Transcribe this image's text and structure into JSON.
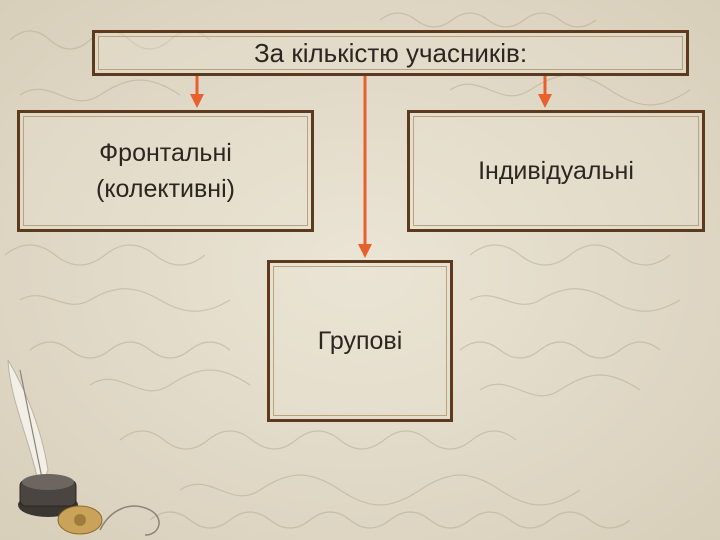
{
  "diagram": {
    "title": "За кількістю учасників:",
    "nodes": {
      "left": {
        "line1": "Фронтальні",
        "line2": "(колективні)"
      },
      "right": {
        "label": "Індивідуальні"
      },
      "bottom": {
        "label": "Групові"
      }
    },
    "edges": [
      {
        "from": "title",
        "to": "left"
      },
      {
        "from": "title",
        "to": "right"
      },
      {
        "from": "title",
        "to": "bottom"
      }
    ]
  },
  "colors": {
    "arrow": "#e8602c",
    "border": "#5b3a1e",
    "background": "#e4ddcc"
  },
  "decor": {
    "background": "handwritten-parchment-texture",
    "illustration": "quill-and-inkwell-icon"
  }
}
